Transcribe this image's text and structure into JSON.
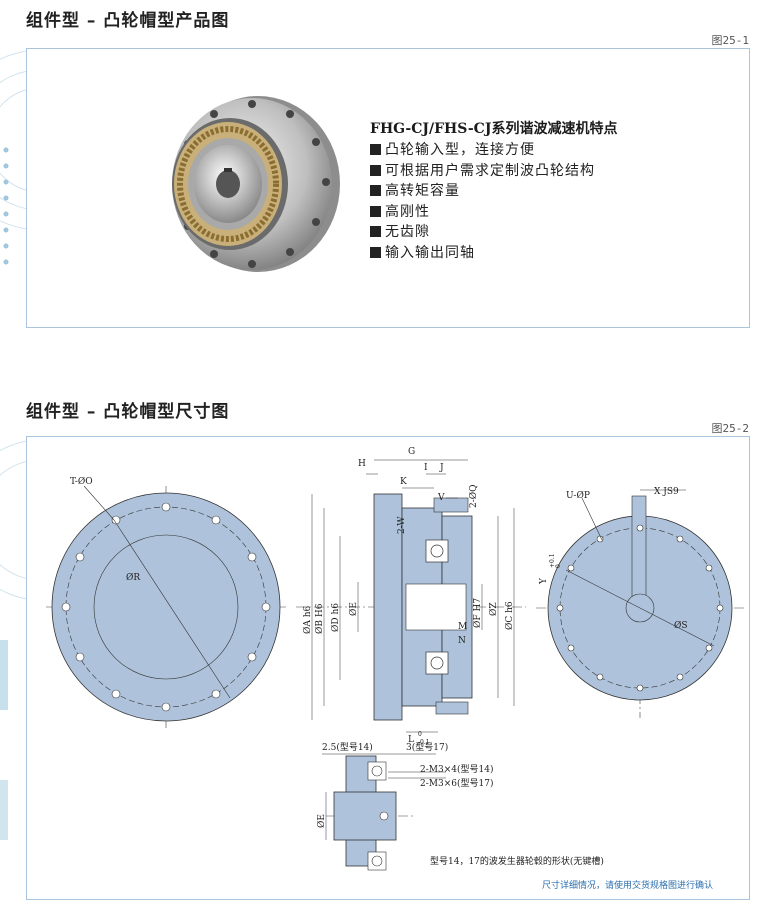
{
  "section1": {
    "title": "组件型 – 凸轮帽型产品图",
    "figure_no": "图25-1",
    "product_title": "FHG-CJ/FHS-CJ系列谐波减速机特点",
    "features": [
      "凸轮输入型，连接方便",
      "可根据用户需求定制波凸轮结构",
      "高转矩容量",
      "高刚性",
      "无齿隙",
      "输入输出同轴"
    ]
  },
  "section2": {
    "title": "组件型 – 凸轮帽型尺寸图",
    "figure_no": "图25-2",
    "labels": {
      "t_phi_o": "T-ØO",
      "phi_r": "ØR",
      "u_phi_p": "U-ØP",
      "x_js9": "X JS9",
      "phi_s": "ØS",
      "y_tol": "Y",
      "y_tol_sup": "+0.1",
      "y_tol_sub": "0",
      "h": "H",
      "g": "G",
      "i": "I",
      "j": "J",
      "k": "K",
      "v": "V",
      "two_phi_q": "2-ØQ",
      "two_w": "2-W",
      "phi_a": "ØA h6",
      "phi_b": "ØB H6",
      "phi_d": "ØD h6",
      "phi_e": "ØE",
      "phi_f": "ØF H7",
      "phi_z": "ØZ",
      "phi_c": "ØC h6",
      "m": "M",
      "n": "N",
      "l": "L",
      "l_sup": "0",
      "l_sub": "-0.1",
      "dim_25": "2.5(型号14)",
      "dim_3": "3(型号17)",
      "m3_14": "2-M3×4(型号14)",
      "m3_17": "2-M3×6(型号17)",
      "phi_e2": "ØE"
    },
    "caption": "型号14，17的波发生器轮毂的形状(无键槽)",
    "note": "尺寸详细情况，请使用交货规格图进行确认"
  }
}
